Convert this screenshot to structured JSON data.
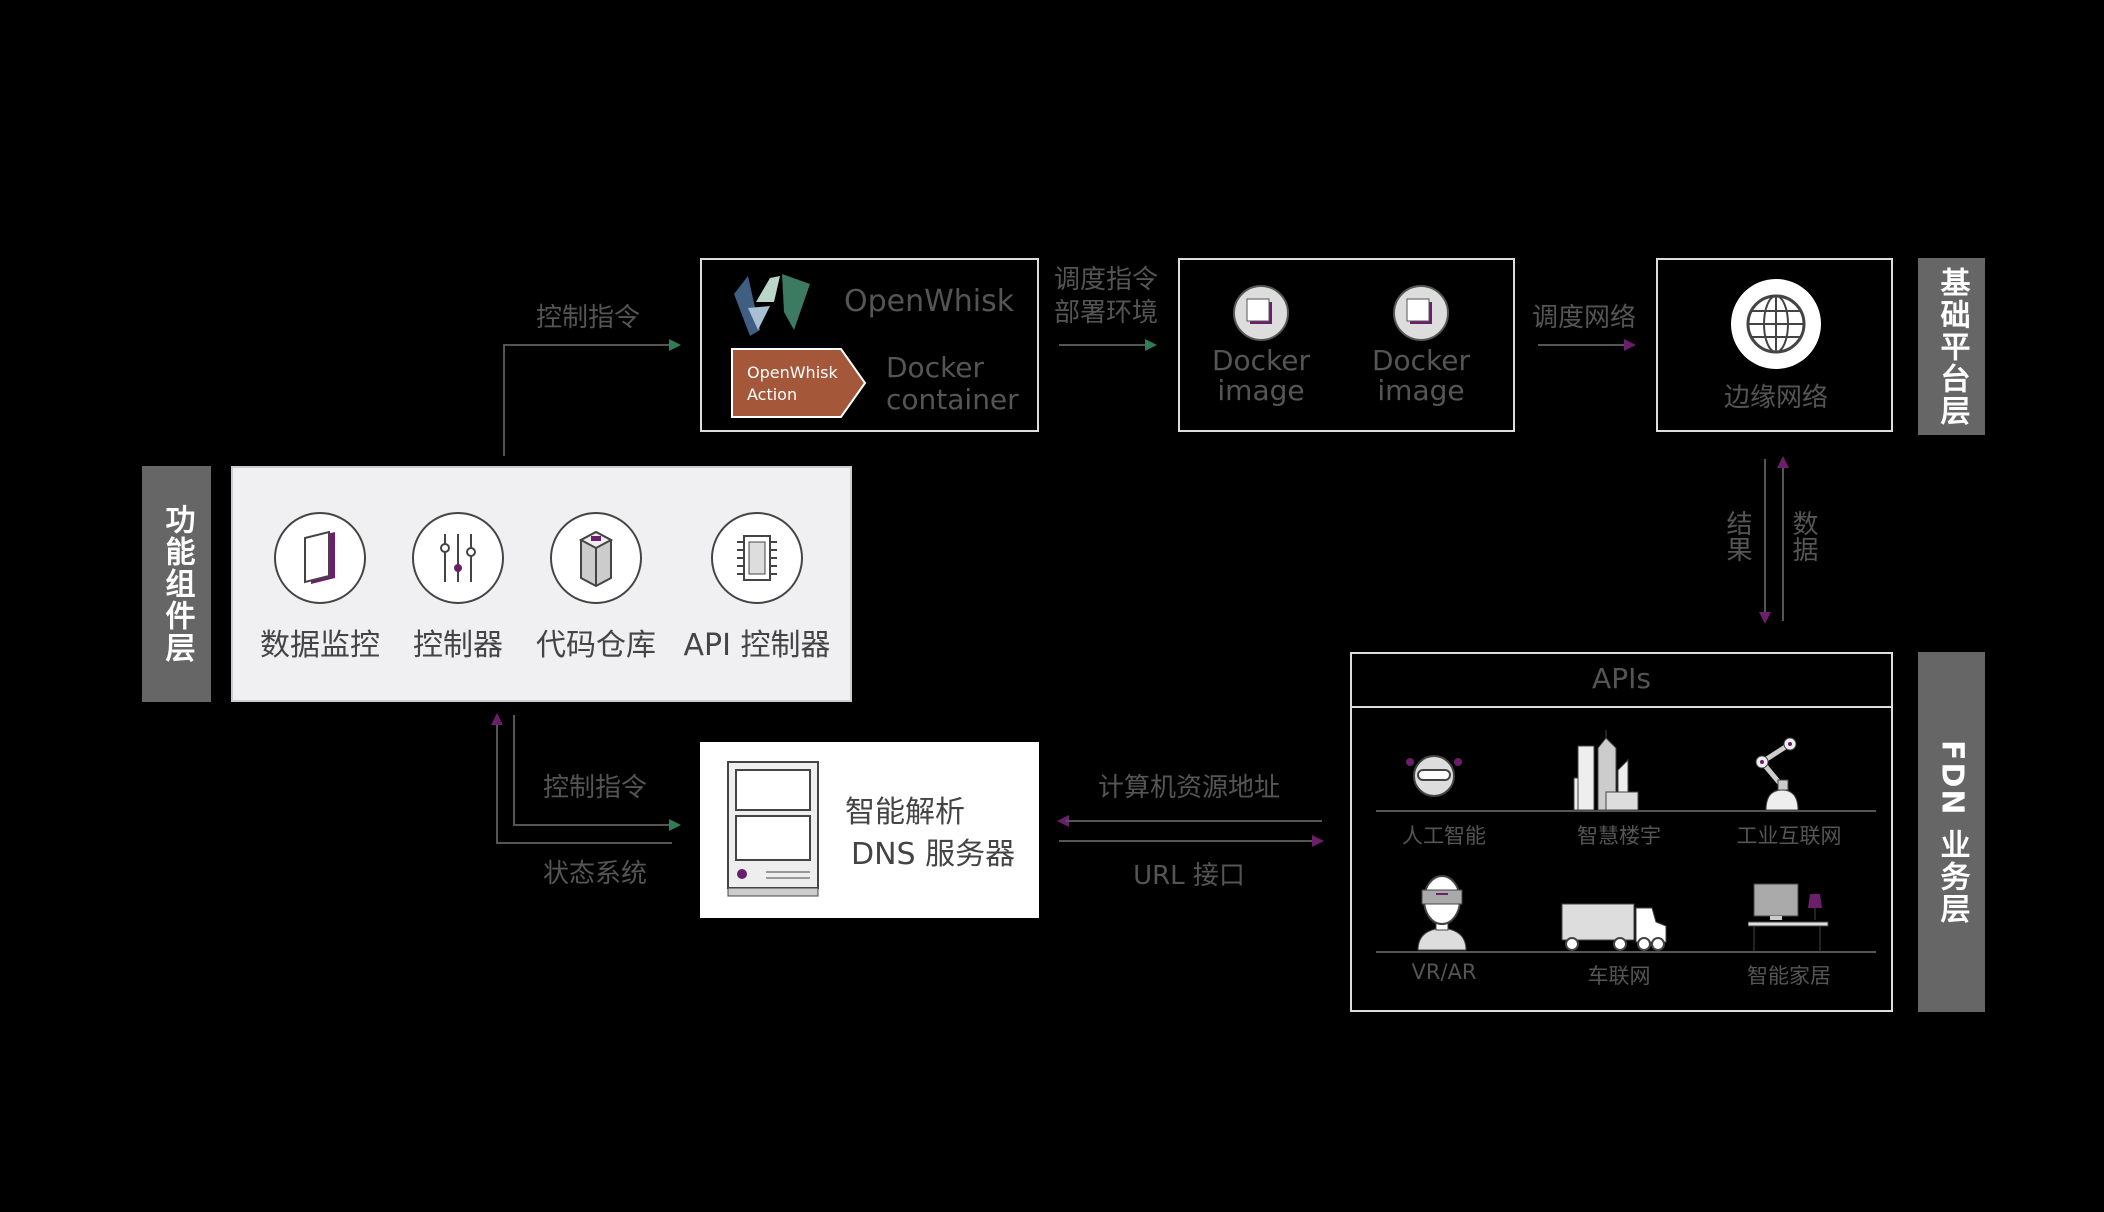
{
  "layers": {
    "base": "基础平台层",
    "function": "功能组件层",
    "business": "FDN 业务层"
  },
  "openwhisk": {
    "title": "OpenWhisk",
    "action": "OpenWhisk\nAction",
    "action_line1": "OpenWhisk",
    "action_line2": "Action",
    "docker_line1": "Docker",
    "docker_line2": "container"
  },
  "docker_images": [
    {
      "line1": "Docker",
      "line2": "image"
    },
    {
      "line1": "Docker",
      "line2": "image"
    }
  ],
  "edge": {
    "label": "边缘网络"
  },
  "arrows": {
    "top_control": "控制指令",
    "dispatch_line1": "调度指令",
    "dispatch_line2": "部署环境",
    "dispatch_network": "调度网络",
    "result": "结果",
    "data": "数据",
    "lower_control": "控制指令",
    "status": "状态系统",
    "resource_addr": "计算机资源地址",
    "url_api": "URL 接口"
  },
  "components": [
    {
      "icon": "book-icon",
      "label": "数据监控"
    },
    {
      "icon": "sliders-icon",
      "label": "控制器"
    },
    {
      "icon": "server-tower-icon",
      "label": "代码仓库"
    },
    {
      "icon": "chip-icon",
      "label": "API 控制器"
    }
  ],
  "dns": {
    "line1": "智能解析",
    "line2": "DNS 服务器"
  },
  "apis": {
    "title": "APIs",
    "items": [
      {
        "icon": "robot-icon",
        "label": "人工智能"
      },
      {
        "icon": "buildings-icon",
        "label": "智慧楼宇"
      },
      {
        "icon": "robot-arm-icon",
        "label": "工业互联网"
      },
      {
        "icon": "vr-headset-icon",
        "label": "VR/AR"
      },
      {
        "icon": "truck-icon",
        "label": "车联网"
      },
      {
        "icon": "smart-home-icon",
        "label": "智能家居"
      }
    ]
  },
  "colors": {
    "green": "#2e7d5a",
    "purple": "#6b1f6b",
    "brand": "#a5573a"
  }
}
